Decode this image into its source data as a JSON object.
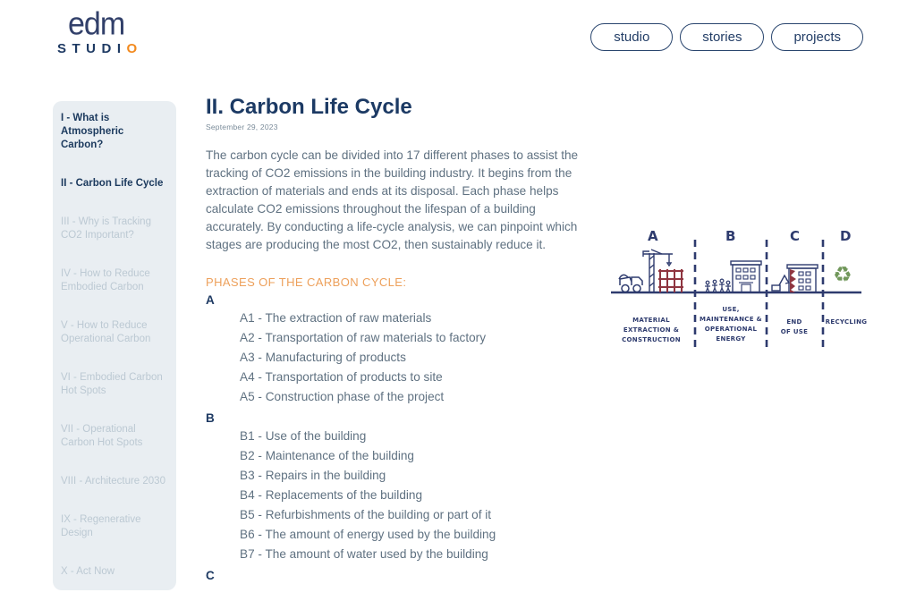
{
  "header": {
    "logo": {
      "script": "edm",
      "word_main": "STUDI",
      "word_accent": "O"
    },
    "nav": [
      {
        "label": "studio"
      },
      {
        "label": "stories"
      },
      {
        "label": "projects"
      }
    ]
  },
  "sidebar": {
    "items": [
      {
        "label": "I - What is Atmospheric Carbon?",
        "state": "active"
      },
      {
        "label": "II - Carbon Life Cycle",
        "state": "active"
      },
      {
        "label": "III - Why is Tracking CO2 Important?",
        "state": "inactive"
      },
      {
        "label": "IV - How to Reduce Embodied Carbon",
        "state": "inactive"
      },
      {
        "label": "V - How to Reduce Operational Carbon",
        "state": "inactive"
      },
      {
        "label": "VI - Embodied Carbon Hot Spots",
        "state": "inactive"
      },
      {
        "label": "VII - Operational Carbon Hot Spots",
        "state": "inactive"
      },
      {
        "label": "VIII - Architecture 2030",
        "state": "inactive"
      },
      {
        "label": "IX - Regenerative Design",
        "state": "inactive"
      },
      {
        "label": "X - Act Now",
        "state": "inactive"
      }
    ]
  },
  "article": {
    "title": "II. Carbon Life Cycle",
    "date": "September 29, 2023",
    "intro": "The carbon cycle can be divided into 17 different phases to assist the tracking of CO2 emissions in the building industry. It begins from the extraction of materials and ends at its disposal. Each phase helps calculate CO2 emissions throughout the lifespan of a building accurately. By conducting a life-cycle analysis, we can pinpoint which stages are producing the most CO2, then sustainably reduce it.",
    "phases_heading": "PHASES OF THE CARBON CYCLE:",
    "groups": [
      {
        "letter": "A",
        "items": [
          "A1 - The extraction of raw materials",
          "A2 - Transportation of raw materials to factory",
          "A3 - Manufacturing of products",
          "A4 - Transportation of products to site",
          "A5 - Construction phase of the project"
        ]
      },
      {
        "letter": "B",
        "items": [
          "B1 - Use of the building",
          "B2 - Maintenance of the building",
          "B3 - Repairs in the building",
          "B4 - Replacements of the building",
          "B5 - Refurbishments of the building or part of it",
          "B6 - The amount of energy used by the building",
          "B7 - The amount of water used by the building"
        ]
      },
      {
        "letter": "C",
        "items": []
      }
    ]
  },
  "diagram": {
    "phases": [
      {
        "letter": "A",
        "label_lines": [
          "MATERIAL",
          "EXTRACTION &",
          "CONSTRUCTION"
        ]
      },
      {
        "letter": "B",
        "label_lines": [
          "USE,",
          "MAINTENANCE &",
          "OPERATIONAL",
          "ENERGY"
        ]
      },
      {
        "letter": "C",
        "label_lines": [
          "END",
          "OF USE"
        ]
      },
      {
        "letter": "D",
        "label_lines": [
          "RECYCLING"
        ]
      }
    ],
    "recycle_icon": "♻"
  },
  "colors": {
    "navy": "#1e3a63",
    "orange_accent": "#f28a1f",
    "heading_orange": "#eda05b",
    "body_slate": "#5f7181",
    "sidebar_bg": "#e9eef2",
    "sidebar_inactive": "#bcc9d3",
    "diagram_ink": "#2e3b6e",
    "diagram_brick": "#8f3540",
    "diagram_green": "#70975a"
  }
}
